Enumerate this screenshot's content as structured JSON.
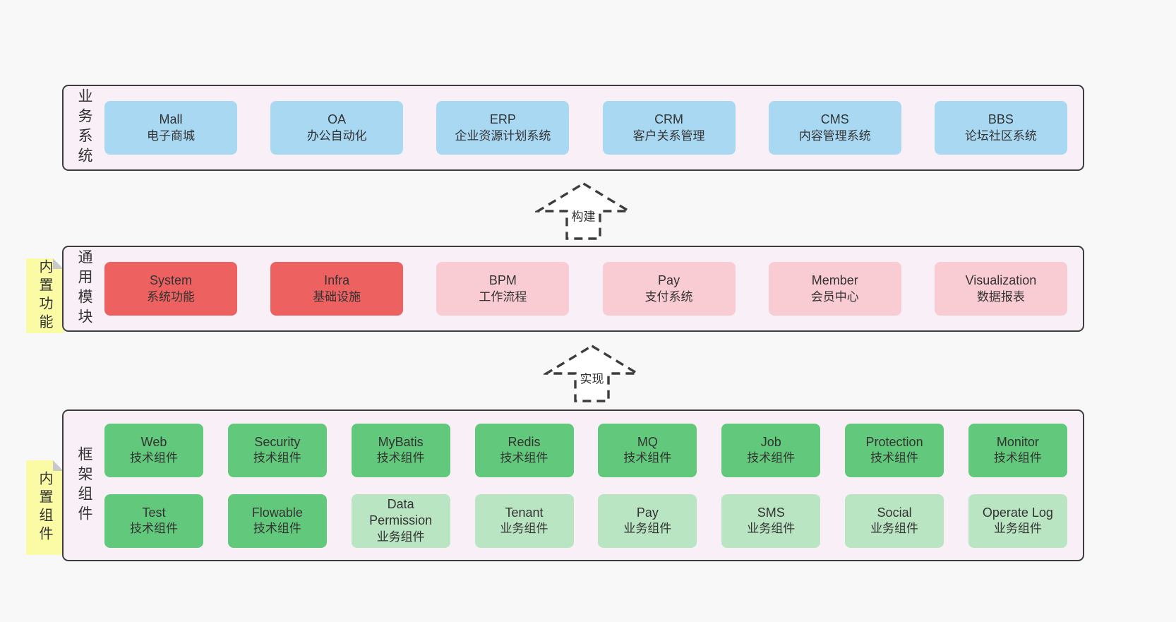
{
  "colors": {
    "pageBg": "#f8f8f8",
    "layerBg": "#f8eff7",
    "layerBorder": "#3d3d3d",
    "text": "#333333",
    "blue": "#a9d8f3",
    "red": "#ee6161",
    "pink": "#f9cbd3",
    "green": "#62c87b",
    "lightgreen": "#b9e5c2",
    "note": "#fbfba6",
    "noteFold": "#c9c9c9"
  },
  "arrows": [
    {
      "label": "构建"
    },
    {
      "label": "实现"
    }
  ],
  "layers": [
    {
      "label": "业务系统",
      "boxesRows": [
        [
          {
            "name": "Mall",
            "desc": "电子商城",
            "variant": "blue"
          },
          {
            "name": "OA",
            "desc": "办公自动化",
            "variant": "blue"
          },
          {
            "name": "ERP",
            "desc": "企业资源计划系统",
            "variant": "blue"
          },
          {
            "name": "CRM",
            "desc": "客户关系管理",
            "variant": "blue"
          },
          {
            "name": "CMS",
            "desc": "内容管理系统",
            "variant": "blue"
          },
          {
            "name": "BBS",
            "desc": "论坛社区系统",
            "variant": "blue"
          }
        ]
      ]
    },
    {
      "label": "通用模块",
      "note": "内置功能",
      "boxesRows": [
        [
          {
            "name": "System",
            "desc": "系统功能",
            "variant": "red"
          },
          {
            "name": "Infra",
            "desc": "基础设施",
            "variant": "red"
          },
          {
            "name": "BPM",
            "desc": "工作流程",
            "variant": "pink"
          },
          {
            "name": "Pay",
            "desc": "支付系统",
            "variant": "pink"
          },
          {
            "name": "Member",
            "desc": "会员中心",
            "variant": "pink"
          },
          {
            "name": "Visualization",
            "desc": "数据报表",
            "variant": "pink"
          }
        ]
      ]
    },
    {
      "label": "框架组件",
      "note": "内置组件",
      "boxesRows": [
        [
          {
            "name": "Web",
            "desc": "技术组件",
            "variant": "green"
          },
          {
            "name": "Security",
            "desc": "技术组件",
            "variant": "green"
          },
          {
            "name": "MyBatis",
            "desc": "技术组件",
            "variant": "green"
          },
          {
            "name": "Redis",
            "desc": "技术组件",
            "variant": "green"
          },
          {
            "name": "MQ",
            "desc": "技术组件",
            "variant": "green"
          },
          {
            "name": "Job",
            "desc": "技术组件",
            "variant": "green"
          },
          {
            "name": "Protection",
            "desc": "技术组件",
            "variant": "green"
          },
          {
            "name": "Monitor",
            "desc": "技术组件",
            "variant": "green"
          }
        ],
        [
          {
            "name": "Test",
            "desc": "技术组件",
            "variant": "green"
          },
          {
            "name": "Flowable",
            "desc": "技术组件",
            "variant": "green"
          },
          {
            "name": "Data Permission",
            "desc": "业务组件",
            "variant": "lightgreen"
          },
          {
            "name": "Tenant",
            "desc": "业务组件",
            "variant": "lightgreen"
          },
          {
            "name": "Pay",
            "desc": "业务组件",
            "variant": "lightgreen"
          },
          {
            "name": "SMS",
            "desc": "业务组件",
            "variant": "lightgreen"
          },
          {
            "name": "Social",
            "desc": "业务组件",
            "variant": "lightgreen"
          },
          {
            "name": "Operate Log",
            "desc": "业务组件",
            "variant": "lightgreen"
          }
        ]
      ]
    }
  ]
}
